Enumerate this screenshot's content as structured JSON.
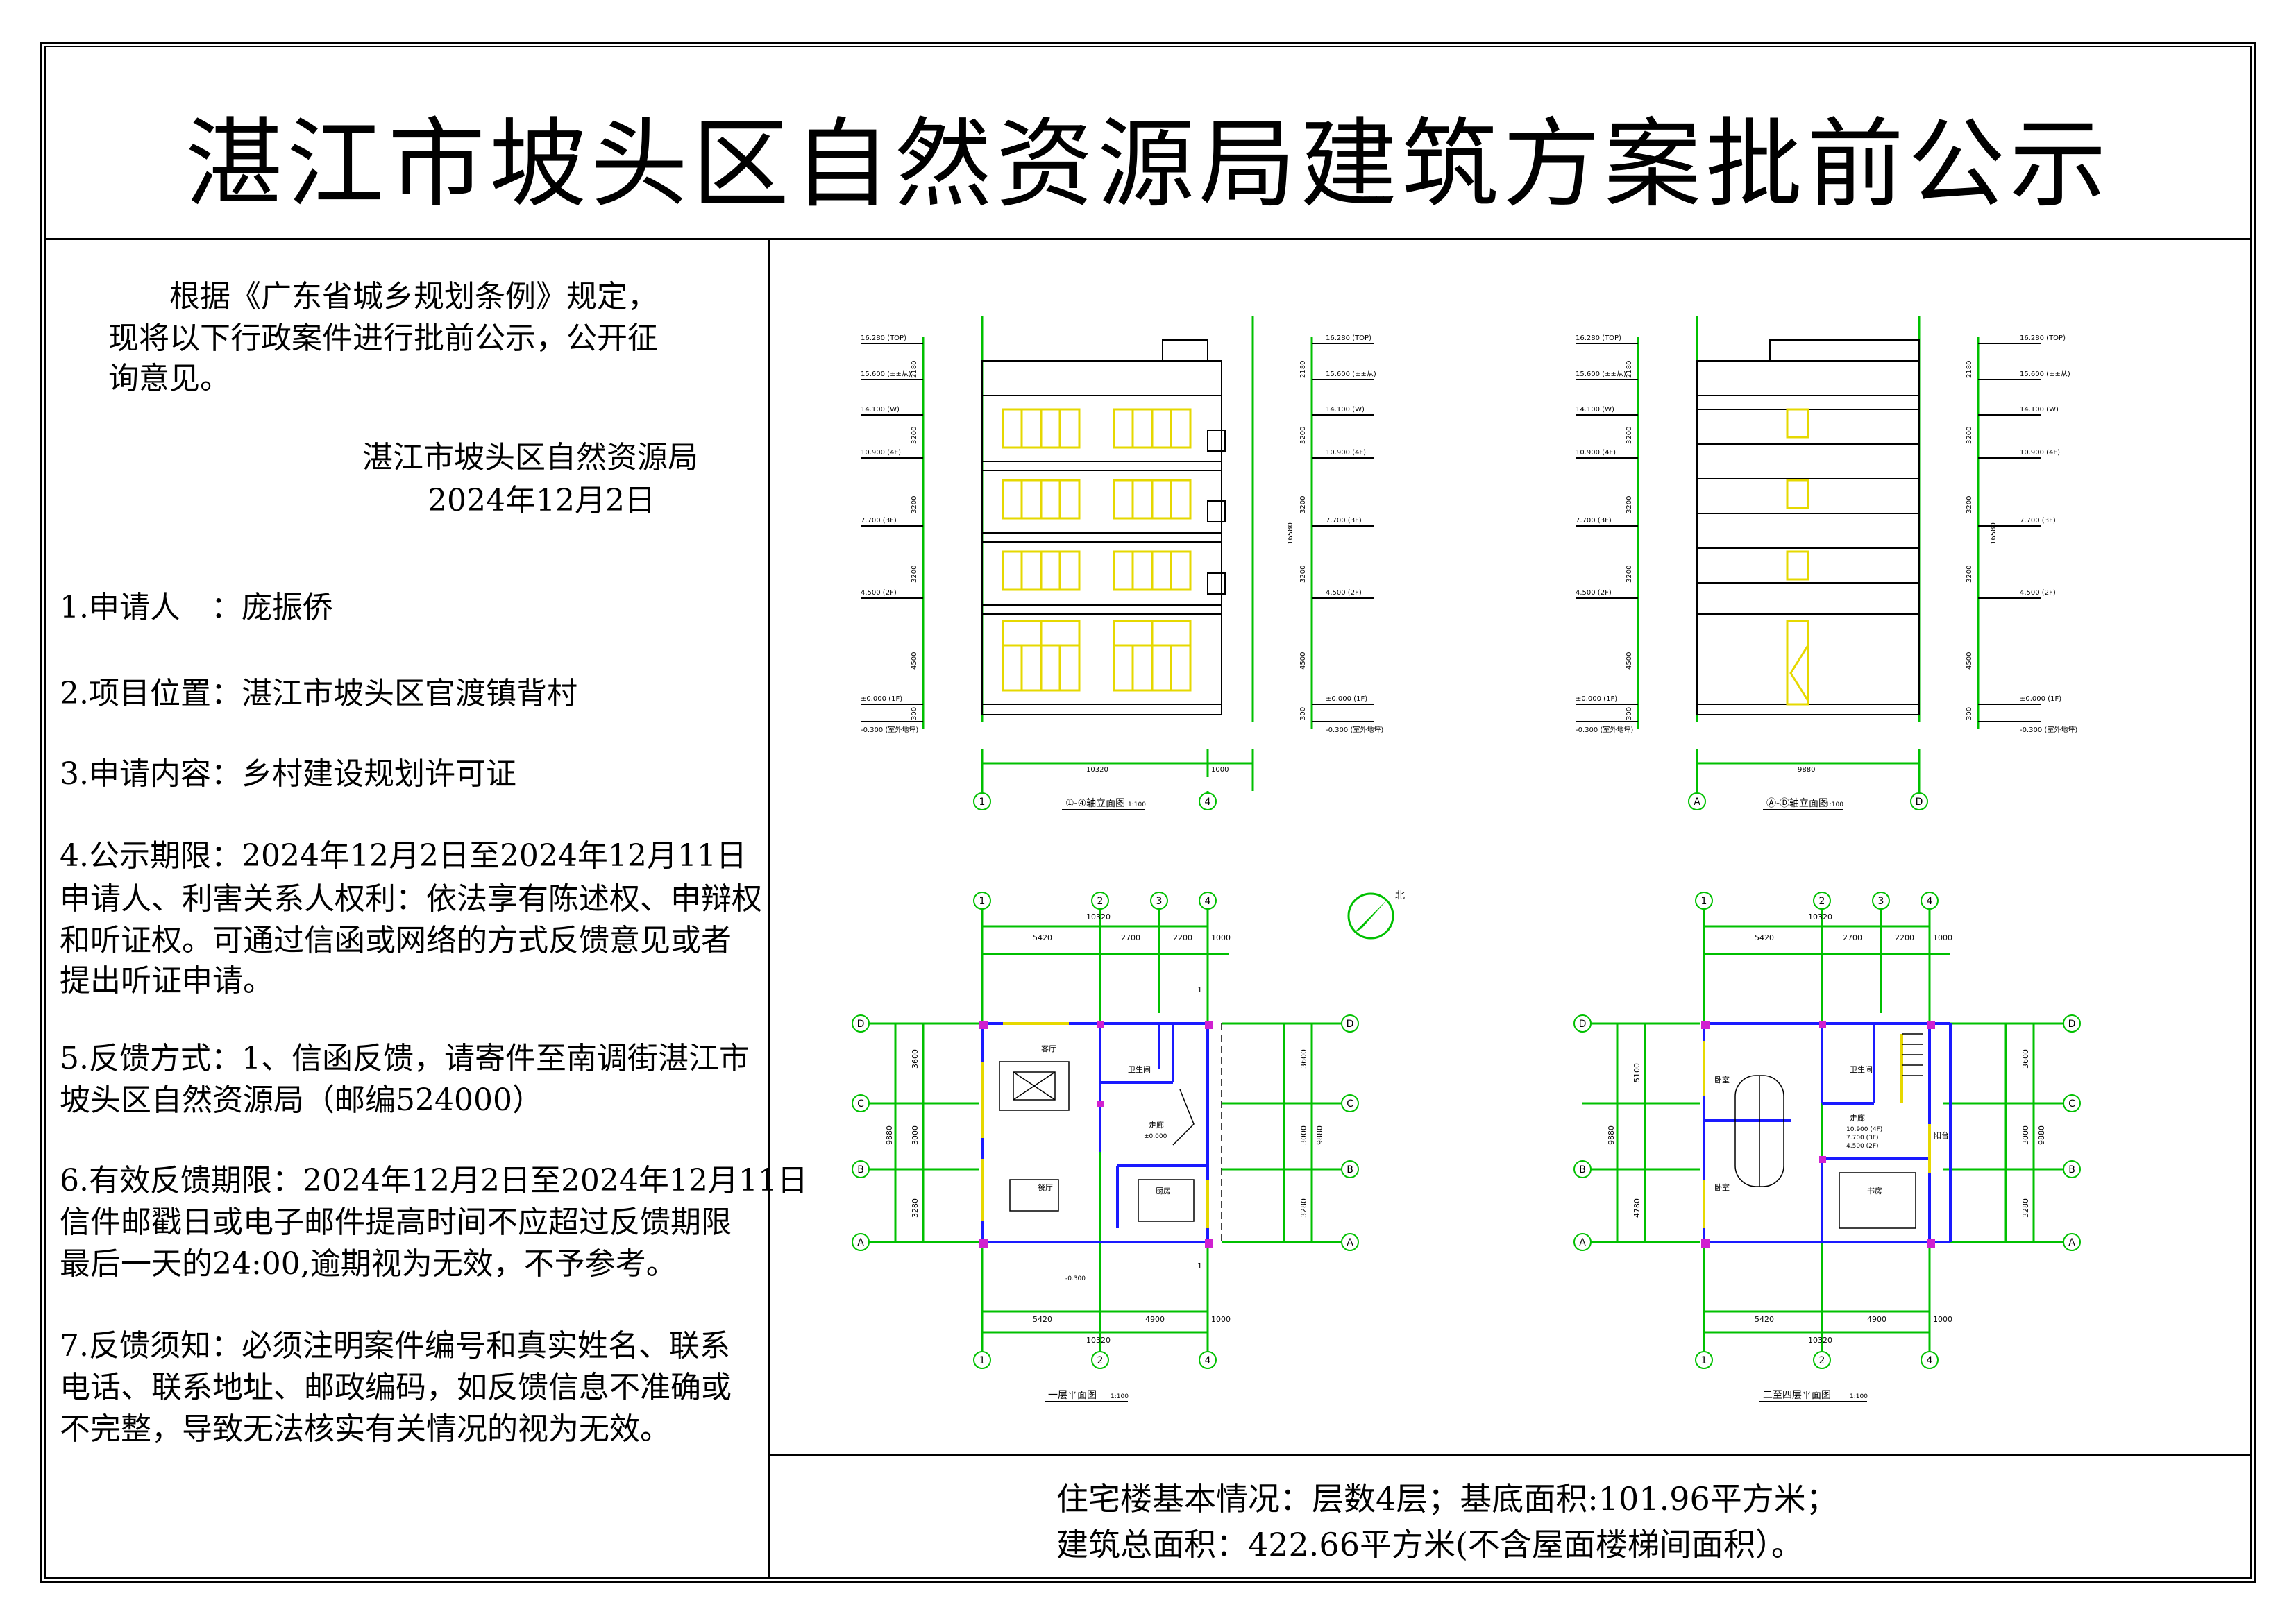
{
  "header": {
    "title": "湛江市坡头区自然资源局建筑方案批前公示"
  },
  "notice": {
    "intro_1": "根据《广东省城乡规划条例》规定，",
    "intro_2": "现将以下行政案件进行批前公示，公开征",
    "intro_3": "询意见。",
    "issuer": "湛江市坡头区自然资源局",
    "issue_date": "2024年12月2日",
    "item1": "1.申请人　：庞振侨",
    "item2": "2.项目位置：湛江市坡头区官渡镇背村",
    "item3": "3.申请内容：乡村建设规划许可证",
    "item4_l1": "4.公示期限：2024年12月2日至2024年12月11日",
    "item4_l2": "申请人、利害关系人权利：依法享有陈述权、申辩权",
    "item4_l3": "和听证权。可通过信函或网络的方式反馈意见或者",
    "item4_l4": "提出听证申请。",
    "item5_l1": "5.反馈方式：1、信函反馈，请寄件至南调街湛江市",
    "item5_l2": "坡头区自然资源局（邮编524000）",
    "item6_l1": "6.有效反馈期限：2024年12月2日至2024年12月11日",
    "item6_l2": "信件邮戳日或电子邮件提高时间不应超过反馈期限",
    "item6_l3": "最后一天的24:00,逾期视为无效，不予参考。",
    "item7_l1": "7.反馈须知：必须注明案件编号和真实姓名、联系",
    "item7_l2": "电话、联系地址、邮政编码，如反馈信息不准确或",
    "item7_l3": "不完整，导致无法核实有关情况的视为无效。"
  },
  "footer": {
    "line1": "住宅楼基本情况：层数4层；基底面积:101.96平方米；",
    "line2": "建筑总面积：422.66平方米(不含屋面楼梯间面积）。"
  },
  "drawings": {
    "elev_levels": [
      "16.280 (TOP)",
      "15.600 (±±从)",
      "14.100 (W)",
      "10.900 (4F)",
      "7.700 (3F)",
      "4.500 (2F)",
      "±0.000 (1F)",
      "-0.300 (室外地坪)"
    ],
    "elev_dims": [
      "2180",
      "3200",
      "3200",
      "3200",
      "4500",
      "300"
    ],
    "elev_total": "16580",
    "elev1_width": "10320",
    "elev1_right": "1000",
    "elev1_axis_left": "1",
    "elev1_axis_right": "4",
    "elev1_title": "①-④轴立面图",
    "elev1_scale": "1:100",
    "elev2_width": "9880",
    "elev2_axis_left": "A",
    "elev2_axis_right": "D",
    "elev2_title": "Ⓐ-Ⓓ轴立面图",
    "elev2_scale": "1:100",
    "north_label": "北",
    "plan_axes_x": [
      "1",
      "2",
      "3",
      "4"
    ],
    "plan_axes_y": [
      "D",
      "C",
      "B",
      "A"
    ],
    "plan_top_dims": [
      "5420",
      "2700",
      "2200",
      "1000"
    ],
    "plan_bottom_dims": [
      "5420",
      "4900",
      "1000"
    ],
    "plan_total": "10320",
    "plan_side_dims": [
      "3600",
      "3000",
      "3280"
    ],
    "plan_side_total": "9880",
    "plan1_rooms": {
      "living": "客厅",
      "wc": "卫生间",
      "corridor": "走廊",
      "dining": "餐厅",
      "kitchen": "厨房",
      "level": "±0.000",
      "outdoor": "-0.300",
      "section": "1"
    },
    "plan1_title": "一层平面图",
    "plan1_scale": "1:100",
    "plan2_rooms": {
      "bed1": "卧室",
      "bed2": "卧室",
      "wc": "卫生间",
      "corridor": "走廊",
      "study": "书房",
      "balcony": "阳台",
      "lv1": "10.900 (4F)",
      "lv2": "7.700 (3F)",
      "lv3": "4.500 (2F)"
    },
    "plan2_left_dims": [
      "5100",
      "4780"
    ],
    "plan2_title": "二至四层平面图",
    "plan2_scale": "1:100"
  }
}
